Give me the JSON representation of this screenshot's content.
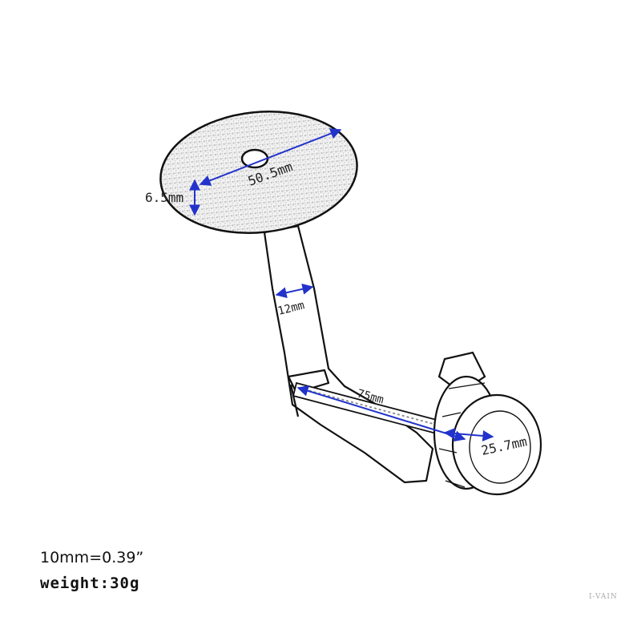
{
  "dimensions": {
    "pad_diameter": "50.5mm",
    "pad_thickness": "6.5mm",
    "arm_width": "12mm",
    "rod_length": "75mm",
    "knob_diameter": "25.7mm"
  },
  "notes": {
    "conversion": "10mm=0.39”",
    "weight": "weight:30g"
  },
  "watermark": "I-VAIN",
  "colors": {
    "dimension_line": "#2233cc",
    "outline": "#111111",
    "pad_texture": "#d9d9d9"
  }
}
